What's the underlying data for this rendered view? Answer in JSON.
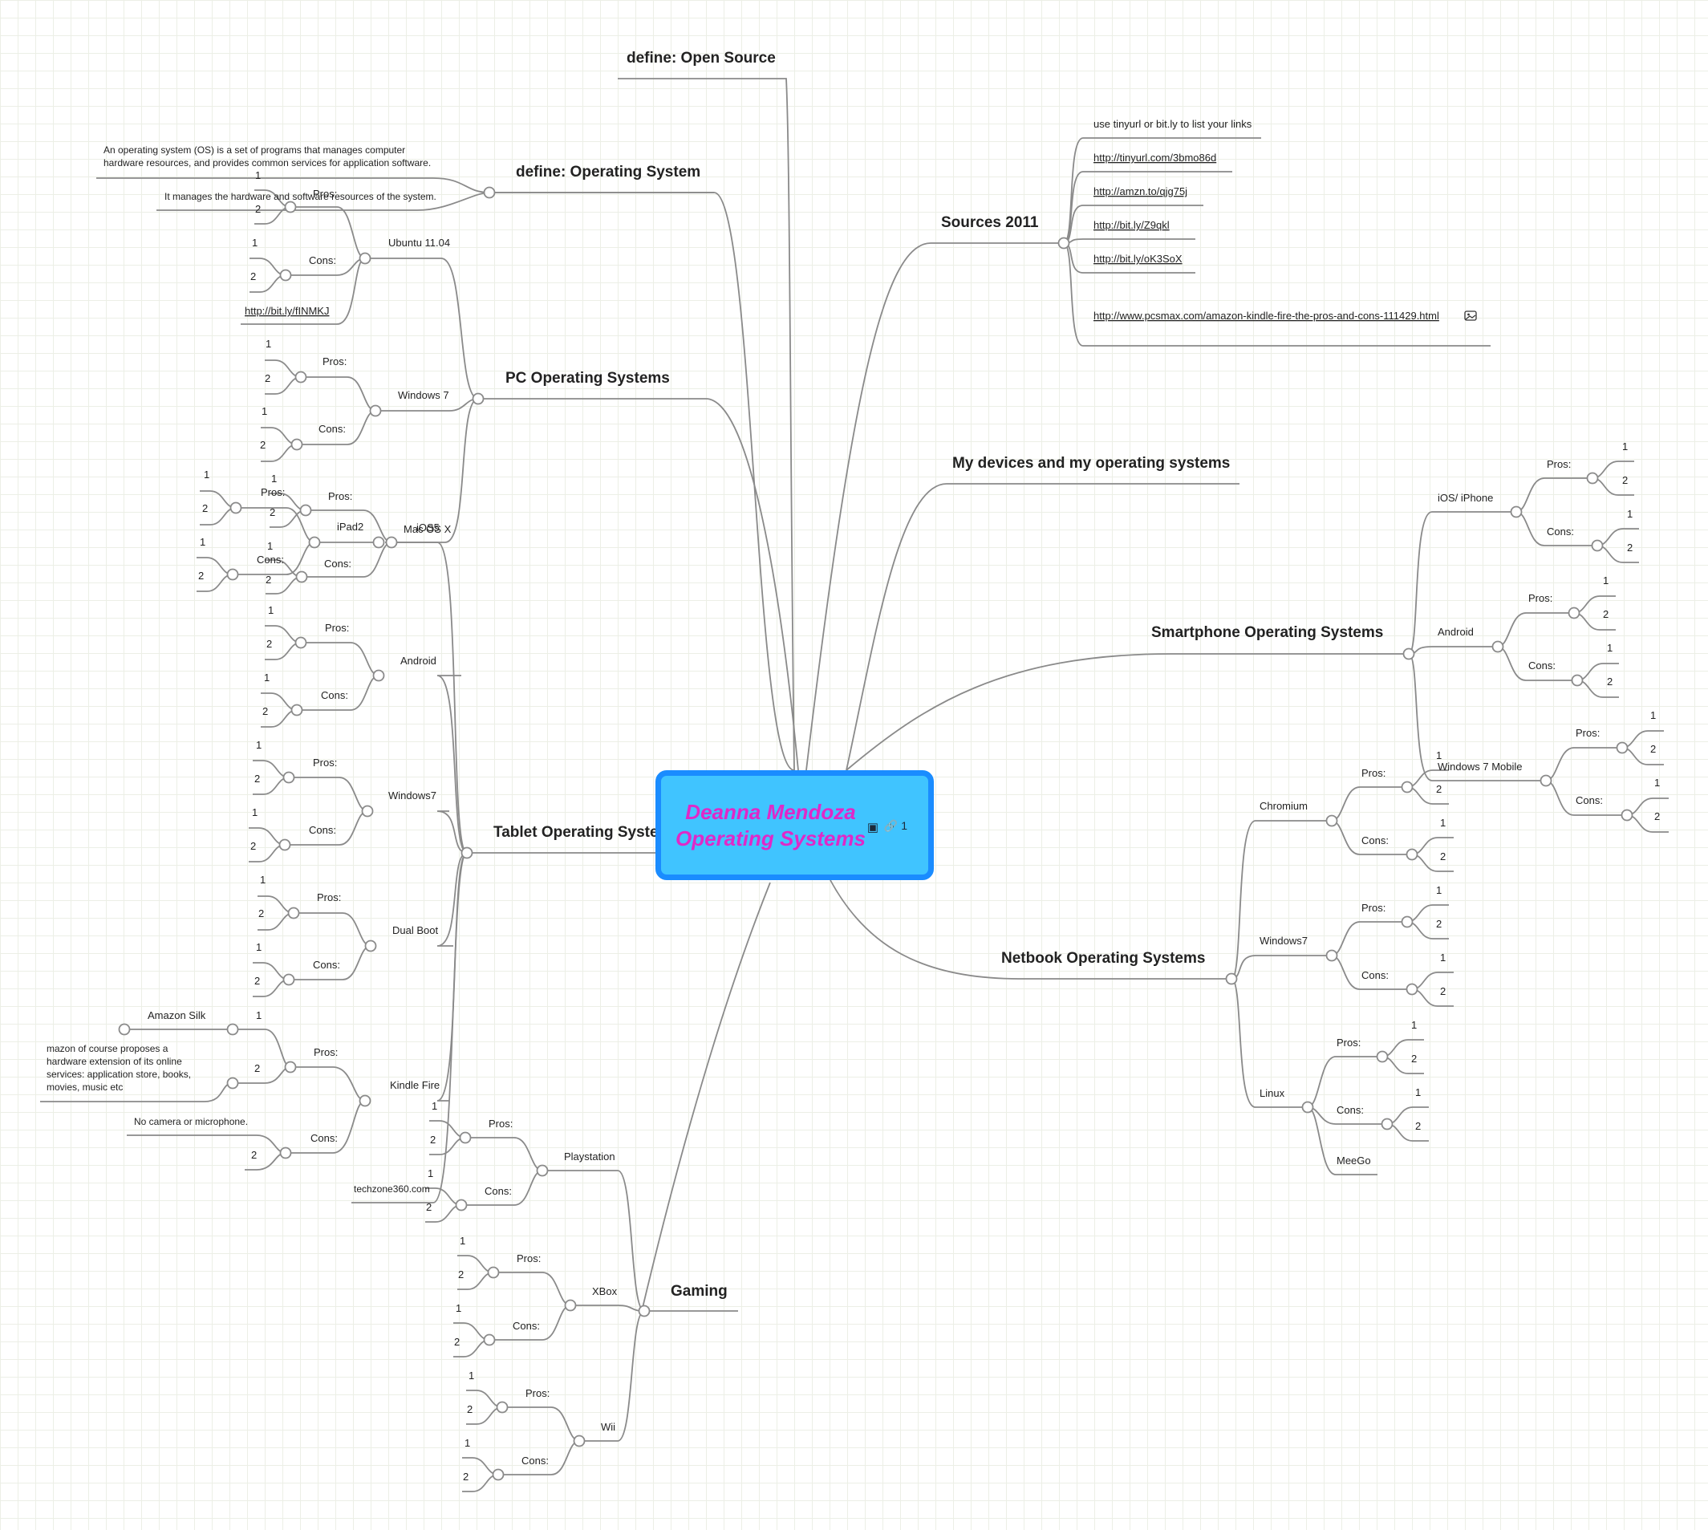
{
  "central": {
    "title": "Deanna Mendoza\nOperating Systems",
    "link_count": "1",
    "image_icon": "image-icon",
    "link_icon": "link-icon"
  },
  "topics": {
    "open_source": "define: Open Source",
    "operating_system": "define: Operating System",
    "pc": "PC Operating Systems",
    "tablet": "Tablet Operating Systems",
    "gaming": "Gaming",
    "sources": "Sources 2011",
    "my_devices": "My devices and my operating systems",
    "smartphone": "Smartphone Operating Systems",
    "netbook": "Netbook Operating Systems"
  },
  "notes": {
    "os_def_line1": "An operating system (OS) is a set of programs that manages computer",
    "os_def_line2": "hardware resources, and provides common services for application software.",
    "os_def_2": "It manages the hardware and software resources of the system.",
    "silk_line1": "mazon of course proposes a",
    "silk_line2": "hardware extension of its online",
    "silk_line3": "services: application store, books,",
    "silk_line4": "movies, music etc",
    "kindle_con": "No camera or microphone.",
    "amazon_silk": "Amazon Silk",
    "techzone": "techzone360.com"
  },
  "sources": [
    "use tinyurl or bit.ly to list your links",
    "http://tinyurl.com/3bmo86d",
    "http://amzn.to/qjg75j",
    "http://bit.ly/Z9qkl",
    "http://bit.ly/oK3SoX",
    "http://www.pcsmax.com/amazon-kindle-fire-the-pros-and-cons-111429.html"
  ],
  "labels": {
    "pros": "Pros:",
    "cons": "Cons:",
    "one": "1",
    "two": "2",
    "ubuntu": "Ubuntu 11.04",
    "ubuntu_link": "http://bit.ly/fINMKJ",
    "windows_7": "Windows 7",
    "mac": "Mac OS X",
    "ios5": "iOS5",
    "ipad2": "iPad2",
    "android": "Android",
    "windows7": "Windows7",
    "dual_boot": "Dual Boot",
    "kindle": "Kindle Fire",
    "playstation": "Playstation",
    "xbox": "XBox",
    "wii": "Wii",
    "iphone": "iOS/ iPhone",
    "win7_mobile": "Windows 7 Mobile",
    "chromium": "Chromium",
    "linux": "Linux",
    "meego": "MeeGo"
  },
  "colors": {
    "central_fill": "#40c4ff",
    "central_border": "#1a8cff",
    "central_text": "#e028c8",
    "edge": "#8a8a8a"
  }
}
